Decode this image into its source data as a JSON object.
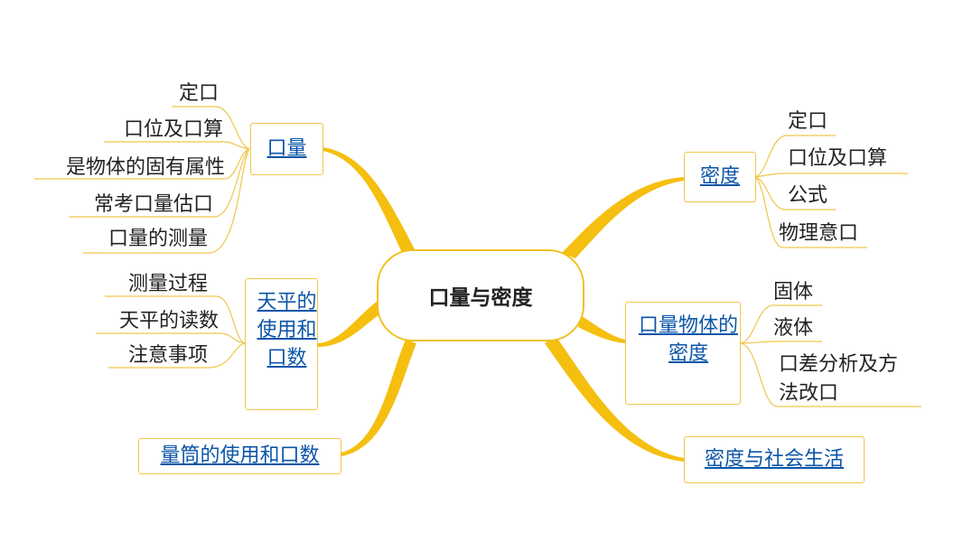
{
  "center": {
    "label": "口量与密度"
  },
  "left_topics": {
    "mass": {
      "label": "口量",
      "children": [
        "定口",
        "口位及口算",
        "是物体的固有属性",
        "常考口量估口",
        "口量的测量"
      ]
    },
    "balance": {
      "label": "天平的使用和口数",
      "children": [
        "测量过程",
        "天平的读数",
        "注意事项"
      ]
    },
    "cylinder": {
      "label": "量筒的使用和口数"
    }
  },
  "right_topics": {
    "density": {
      "label": "密度",
      "children": [
        "定口",
        "口位及口算",
        "公式",
        "物理意口"
      ]
    },
    "measure_density": {
      "label": "口量物体的密度",
      "children": [
        "固体",
        "液体",
        "口差分析及方法改口"
      ]
    },
    "society": {
      "label": "密度与社会生活"
    }
  },
  "colors": {
    "branch": "#f5bf0f",
    "box_border": "#f0c64a",
    "link_text": "#0b55a8",
    "text": "#222222"
  }
}
